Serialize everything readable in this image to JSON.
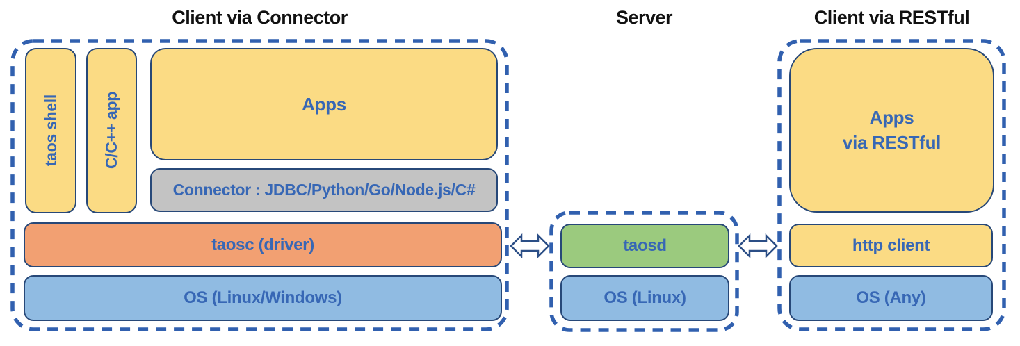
{
  "colors": {
    "yellow": "#FBDB84",
    "orange": "#F2A072",
    "blue": "#90BBE2",
    "green": "#9BCA7E",
    "gray": "#C3C3C3",
    "frame_blue": "#3160AF",
    "box_border": "#274878",
    "label_blue": "#3767B5",
    "title_color": "#111111",
    "arrow_fill": "#FFFFFF",
    "arrow_stroke": "#2B4E86"
  },
  "sections": {
    "client_connector": {
      "title": "Client via Connector",
      "taos_shell": "taos shell",
      "cpp_app": "C/C++ app",
      "apps": "Apps",
      "connector": "Connector : JDBC/Python/Go/Node.js/C#",
      "taosc": "taosc (driver)",
      "os": "OS (Linux/Windows)"
    },
    "server": {
      "title": "Server",
      "taosd": "taosd",
      "os": "OS (Linux)"
    },
    "client_restful": {
      "title": "Client via RESTful",
      "apps": "Apps\nvia RESTful",
      "http_client": "http client",
      "os": "OS (Any)"
    }
  }
}
